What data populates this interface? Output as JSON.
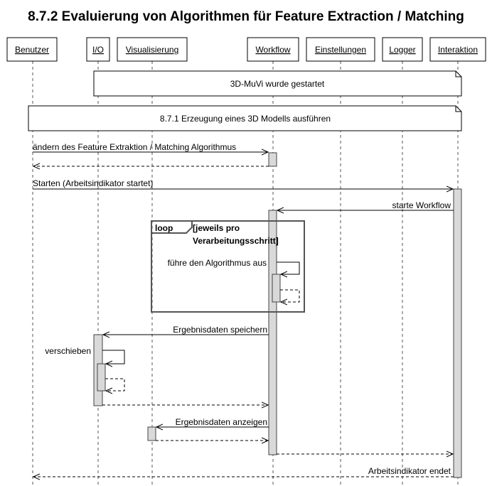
{
  "title": "8.7.2 Evaluierung von Algorithmen für Feature Extraction / Matching",
  "lifelines": [
    {
      "label": "Benutzer"
    },
    {
      "label": "I/O"
    },
    {
      "label": "Visualisierung"
    },
    {
      "label": "Workflow"
    },
    {
      "label": "Einstellungen"
    },
    {
      "label": "Logger"
    },
    {
      "label": "Interaktion"
    }
  ],
  "notes": {
    "started": "3D-MuVi wurde gestartet",
    "model": "8.7.1 Erzeugung eines 3D Modells ausführen"
  },
  "messages": {
    "change_algo": "ändern des Feature Extraktion / Matching Algorithmus",
    "start": "Starten (Arbeitsindikator startet)",
    "start_workflow": "starte Workflow",
    "run_algo": "führe den Algorithmus aus",
    "save_results": "Ergebnisdaten speichern",
    "move": "verschieben",
    "show_results": "Ergebnisdaten anzeigen",
    "indicator_end": "Arbeitsindikator endet"
  },
  "loop": {
    "keyword": "loop",
    "guard_line1": "[jeweils pro",
    "guard_line2": "Verarbeitungsschritt]"
  }
}
